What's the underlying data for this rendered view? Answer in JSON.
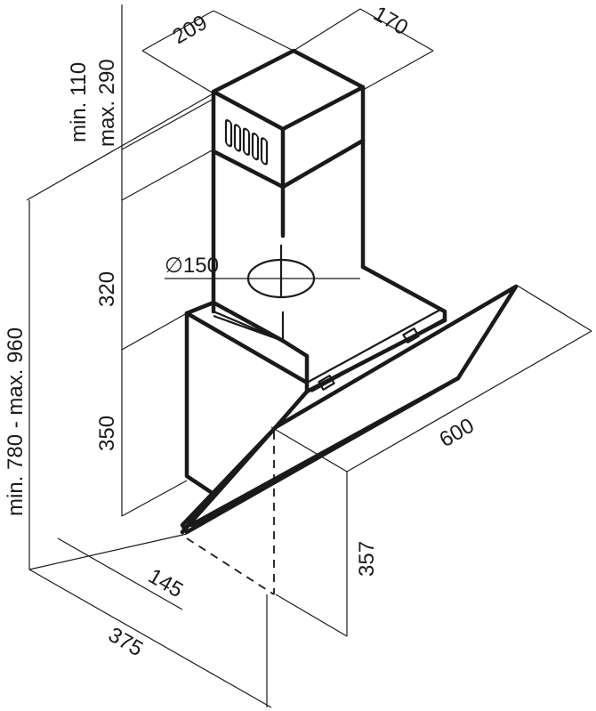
{
  "dimensions": {
    "top_width": "209",
    "top_depth": "170",
    "chimney_range_min": "min. 110",
    "chimney_range_max": "max. 290",
    "height_range": "min. 780 - max. 960",
    "upper_chimney": "320",
    "lower_chimney": "350",
    "duct_diameter": "∅150",
    "hood_width": "600",
    "hood_front_height": "357",
    "bottom_depth": "145",
    "total_depth": "375"
  }
}
